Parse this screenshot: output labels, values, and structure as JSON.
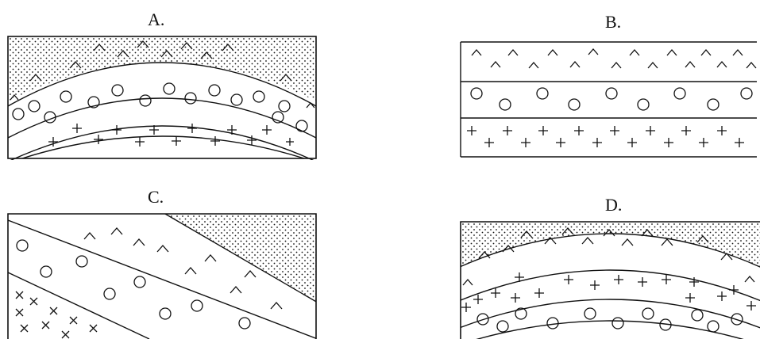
{
  "panels": [
    {
      "id": "A",
      "label": "A."
    },
    {
      "id": "B",
      "label": "B."
    },
    {
      "id": "C",
      "label": "C."
    },
    {
      "id": "D",
      "label": "D."
    }
  ],
  "colors": {
    "ink": "#111111",
    "paper": "#ffffff"
  },
  "symbols": [
    "stipple-sand",
    "caret-volcanic",
    "circle-pebble",
    "cross-granite"
  ]
}
